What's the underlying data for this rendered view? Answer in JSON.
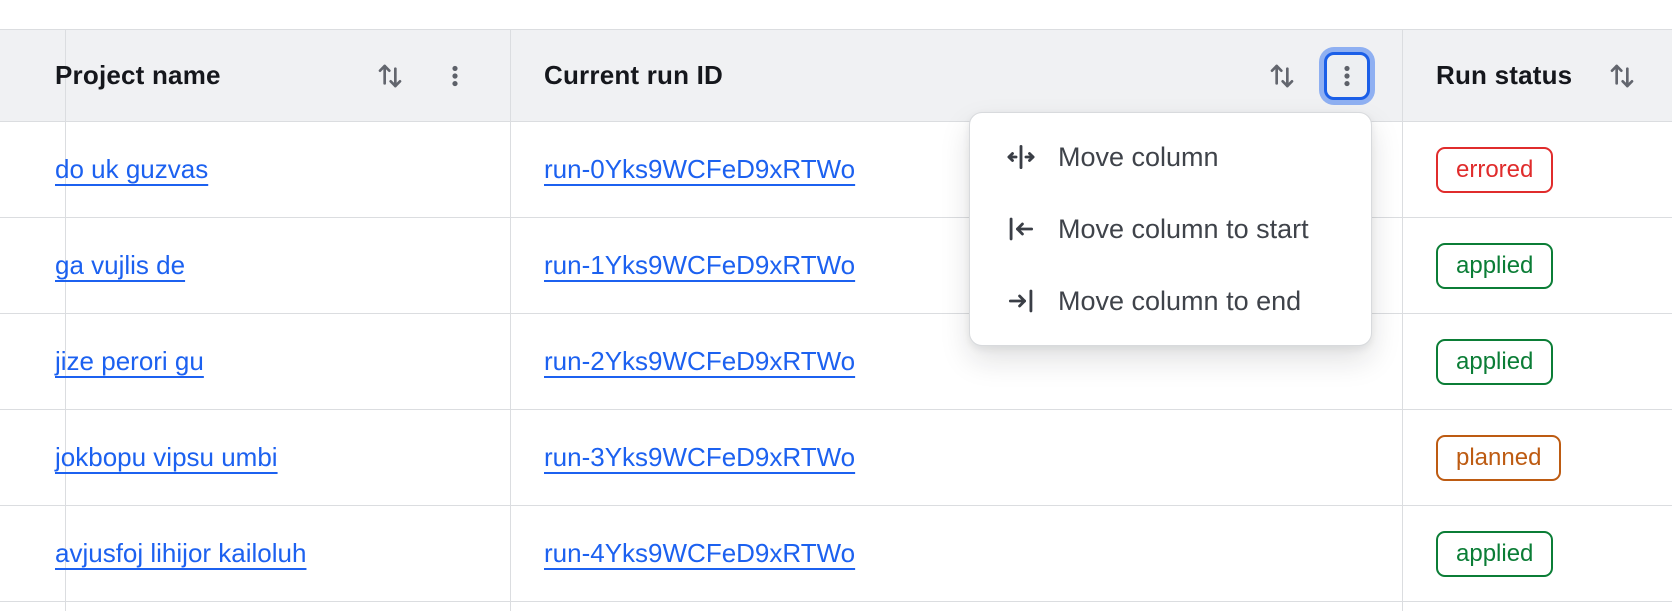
{
  "table": {
    "columns": {
      "project": {
        "label": "Project name"
      },
      "run_id": {
        "label": "Current run ID"
      },
      "status": {
        "label": "Run status"
      }
    },
    "rows": [
      {
        "project_name": "do uk guzvas",
        "run_id": "run-0Yks9WCFeD9xRTWo",
        "status": "errored"
      },
      {
        "project_name": "ga vujlis de",
        "run_id": "run-1Yks9WCFeD9xRTWo",
        "status": "applied"
      },
      {
        "project_name": "jize perori gu",
        "run_id": "run-2Yks9WCFeD9xRTWo",
        "status": "applied"
      },
      {
        "project_name": "jokbopu vipsu umbi",
        "run_id": "run-3Yks9WCFeD9xRTWo",
        "status": "planned"
      },
      {
        "project_name": "avjusfoj lihijor kailoluh",
        "run_id": "run-4Yks9WCFeD9xRTWo",
        "status": "applied"
      }
    ]
  },
  "context_menu": {
    "open_for_column": "Current run ID",
    "items": [
      {
        "icon": "move-column-icon",
        "label": "Move column"
      },
      {
        "icon": "move-column-to-start-icon",
        "label": "Move column to start"
      },
      {
        "icon": "move-column-to-end-icon",
        "label": "Move column to end"
      }
    ]
  },
  "colors": {
    "link": "#1c61f0",
    "header_bg": "#f0f1f3",
    "border": "#dbdde0",
    "focus_ring": "#1b5fe8",
    "status_errored": "#e02c2c",
    "status_applied": "#0b7d36",
    "status_planned": "#bd5b12"
  }
}
